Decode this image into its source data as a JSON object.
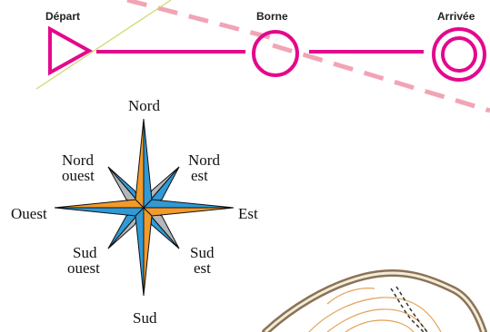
{
  "course": {
    "start_label": "Départ",
    "control_label": "Borne",
    "finish_label": "Arrivée",
    "color": "#e4088c"
  },
  "compass": {
    "north": "Nord",
    "north_west": [
      "Nord",
      "ouest"
    ],
    "north_east": [
      "Nord",
      "est"
    ],
    "west": "Ouest",
    "east": "Est",
    "south_west": [
      "Sud",
      "ouest"
    ],
    "south_east": [
      "Sud",
      "est"
    ],
    "south": "Sud",
    "colors": {
      "orange": "#f39a2a",
      "blue": "#2f9ad6",
      "gray": "#b3b7bb"
    }
  },
  "map": {
    "road_color": "#8a7356",
    "contour_color": "#e3a259",
    "dashed_line_color": "#f2a4b4"
  }
}
